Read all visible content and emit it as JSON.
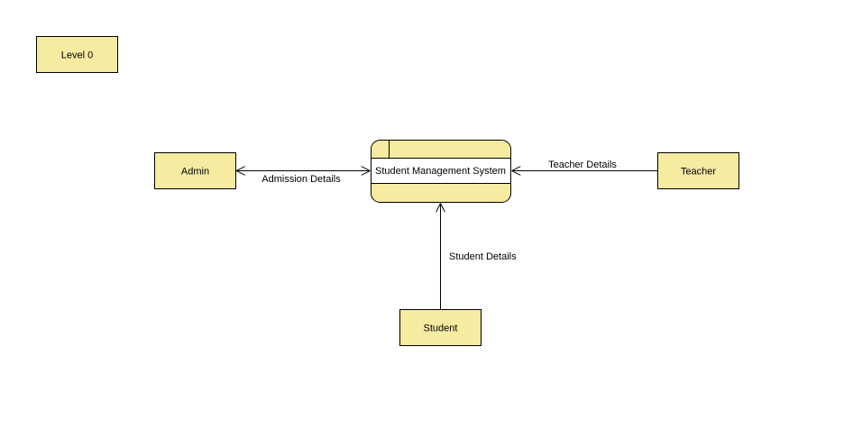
{
  "diagram": {
    "level_label": "Level 0",
    "process": {
      "name": "Student Management System"
    },
    "entities": {
      "admin": "Admin",
      "teacher": "Teacher",
      "student": "Student"
    },
    "flows": {
      "admission": "Admission Details",
      "teacher": "Teacher Details",
      "student": "Student Details"
    },
    "colors": {
      "box_fill": "#f5eba1",
      "stroke": "#000000",
      "process_band": "#ffffff"
    }
  }
}
